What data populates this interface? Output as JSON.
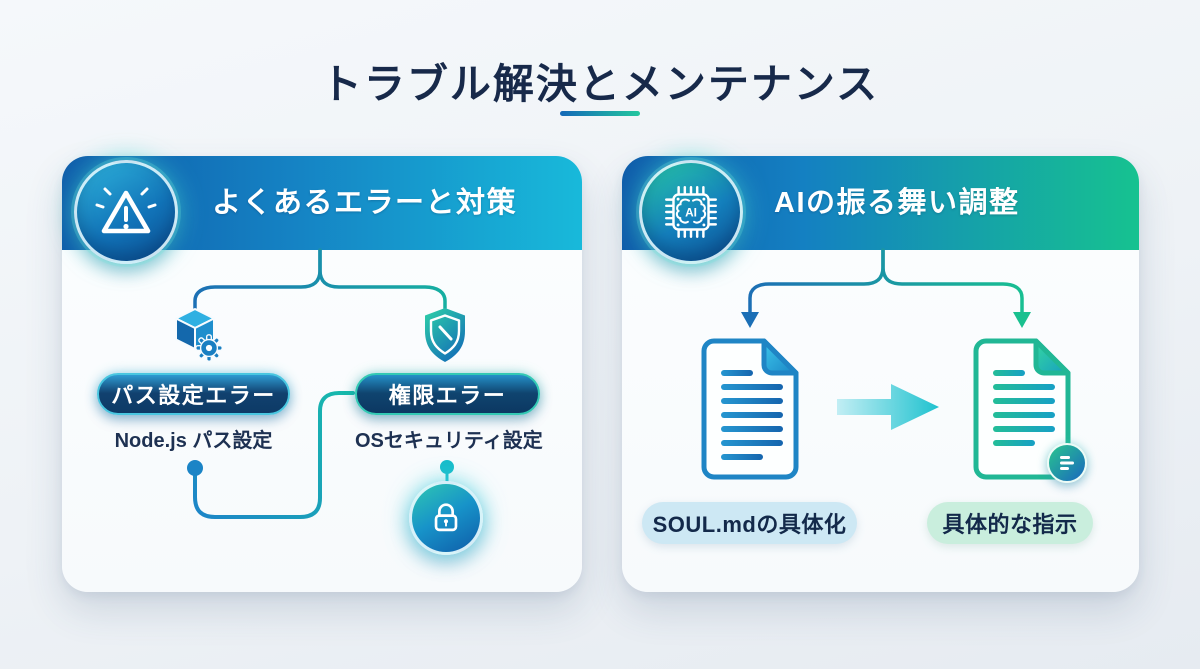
{
  "title": {
    "text": "トラブル解決とメンテナンス"
  },
  "left_card": {
    "header": {
      "label": "よくあるエラーと対策",
      "icon": "warning-triangle-icon"
    },
    "items": [
      {
        "icon": "package-gear-icon",
        "error_label": "パス設定エラー",
        "solution_label": "Node.js パス設定"
      },
      {
        "icon": "shield-icon",
        "error_label": "権限エラー",
        "solution_label": "OSセキュリティ設定"
      }
    ],
    "footer_icon": "lock-icon"
  },
  "right_card": {
    "header": {
      "label": "AIの振る舞い調整",
      "icon": "ai-chip-icon"
    },
    "flow": {
      "from": {
        "icon": "document-icon",
        "label": "SOUL.mdの具体化"
      },
      "to": {
        "icon": "document-detail-icon",
        "label": "具体的な指示"
      },
      "arrow_icon": "arrow-right-icon"
    }
  },
  "colors": {
    "background": "#eef2f6",
    "title_text": "#17294a",
    "underline_gradient": [
      "#1468b8",
      "#23c79e"
    ],
    "header_blue": "#0f5caa",
    "header_cyan": "#18b9da",
    "header_green": "#16c290",
    "pill_dark_navy": "#0d3a66",
    "pill_border_cyan": "#49c6e0",
    "pill_border_teal": "#33c9b4",
    "connector_blue": "#1c6db6",
    "connector_teal": "#16b2a0",
    "label_light_blue": "#cde8f4",
    "label_light_mint": "#c9eedd"
  }
}
